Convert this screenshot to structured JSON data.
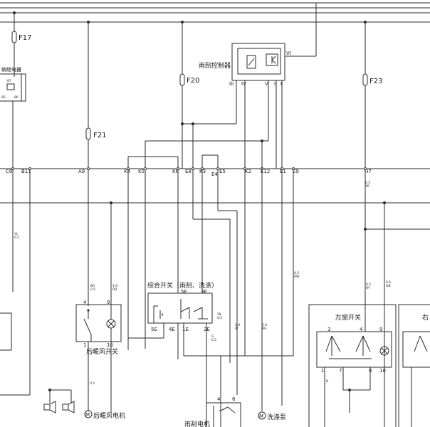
{
  "fuses": {
    "f17": "F17",
    "f20": "F20",
    "f21": "F21",
    "f23": "F23"
  },
  "components": {
    "relay_partial": "蚋继电器",
    "wiper_controller": "雨刮控制器",
    "combo_switch": "综合开关（雨刮、洗涤）",
    "rear_blower_switch": "后暖风开关",
    "rear_blower_motor": "后暖风电机",
    "wiper_motor": "雨刮电机",
    "washer_pump": "洗涤泵",
    "left_window_switch": "左窗开关",
    "right_window_partial": "右"
  },
  "controller_pins": [
    "III",
    "IV",
    "V",
    "II",
    "I",
    "VI"
  ],
  "relay_pins": [
    "87",
    "85",
    "86"
  ],
  "connector_labels": [
    "C6",
    "B11",
    "A9",
    "K4",
    "K5",
    "K6",
    "E8",
    "K3",
    "E5",
    "E4",
    "K2",
    "E12",
    "E1",
    "E9",
    "H7"
  ],
  "switch_pins": {
    "rear_blower": [
      "4",
      "9",
      "1",
      "10"
    ],
    "combo": [
      "5E",
      "3E",
      "5E",
      "4E",
      "1E",
      "2E"
    ],
    "left_window": [
      "3",
      "4",
      "9",
      "1",
      "7",
      "8",
      "10"
    ],
    "wiper_motor": [
      "4",
      "6"
    ]
  },
  "wire_codes": [
    "YL",
    "0.5",
    "BR",
    "0.5",
    "1.0",
    "RB",
    "YB",
    "0.5",
    "G",
    "0.5",
    "1.0",
    "W",
    "1.0",
    "RG",
    "0.5",
    "RW",
    "0.5",
    "YR",
    "0.5",
    "RY",
    "0.5",
    "GB",
    "0.5",
    "B"
  ]
}
